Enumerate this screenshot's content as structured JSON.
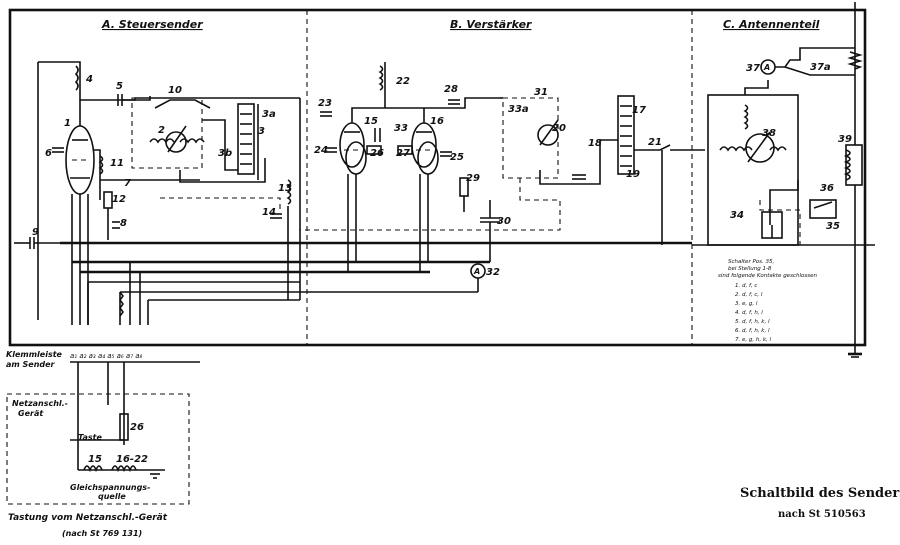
{
  "sections": {
    "a": "A. Steuersender",
    "b": "B. Verstärker",
    "c": "C. Antennenteil"
  },
  "components": [
    "1",
    "2",
    "3",
    "3a",
    "3b",
    "4",
    "5",
    "6",
    "7",
    "8",
    "9",
    "10",
    "11",
    "12",
    "13",
    "14",
    "15",
    "16",
    "17",
    "18",
    "19",
    "20",
    "21",
    "22",
    "23",
    "24",
    "25",
    "26",
    "27",
    "28",
    "29",
    "30",
    "31",
    "32",
    "33",
    "33a",
    "34",
    "35",
    "36",
    "37",
    "37a",
    "38",
    "39"
  ],
  "meter_symbol": "A",
  "switch_legend": {
    "header": [
      "Schalter Pos. 35,",
      "bei Stellung 1-8",
      "sind folgende Kontakte geschlossen"
    ],
    "rows": [
      "1. d, f, c",
      "2. d, f, c, l",
      "3. e, g, l",
      "4. d, f, h, l",
      "5. d, f, h, k, l",
      "6. d, f, h, k, l",
      "7. e, g, h, k, l"
    ]
  },
  "terminal_strip": {
    "label_line1": "Klemmleiste",
    "label_line2": "am Sender",
    "terminals": "a₁ a₂ a₃ a₄ a₅ a₆ a₇ a₈"
  },
  "psu": {
    "label_line1": "Netzanschl.-",
    "label_line2": "Gerät",
    "taste": "Taste",
    "part_26": "26",
    "part_15": "15",
    "part_16_22": "16-22",
    "gleich_line1": "Gleichspannungs-",
    "gleich_line2": "quelle",
    "caption": "Tastung vom Netzanschl.-Gerät",
    "caption_ref": "(nach St 769 131)"
  },
  "title_block": {
    "title": "Schaltbild des Senders",
    "reference": "nach St 510563"
  }
}
